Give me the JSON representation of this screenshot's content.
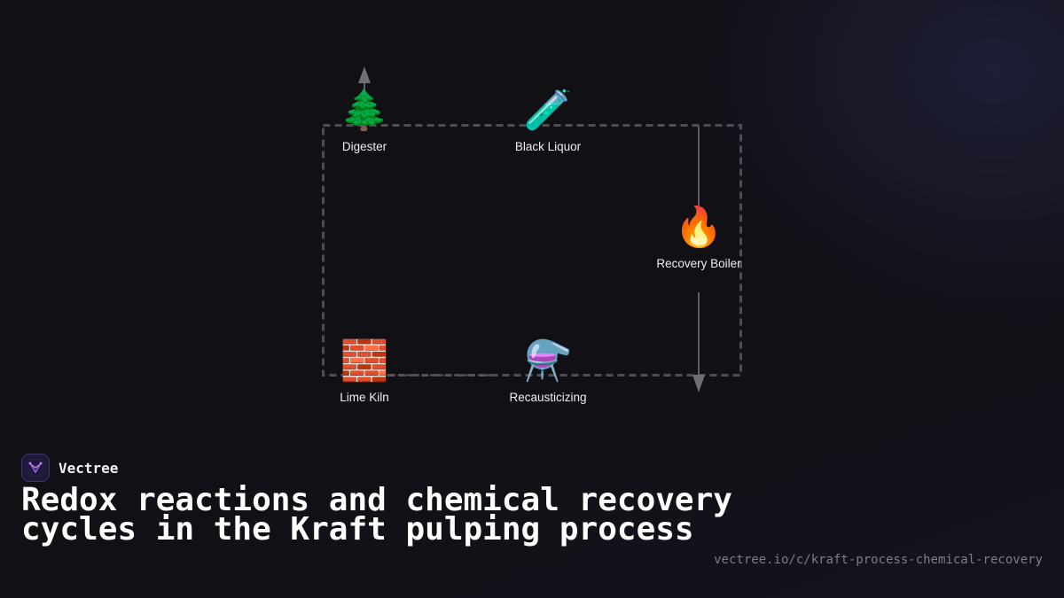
{
  "brand": {
    "name": "Vectree"
  },
  "title": "Redox reactions and chemical recovery cycles in the Kraft pulping process",
  "url": "vectree.io/c/kraft-process-chemical-recovery",
  "diagram": {
    "nodes": [
      {
        "id": "digester",
        "label": "Digester",
        "icon": "🌲",
        "icon_name": "evergreen-tree-icon"
      },
      {
        "id": "black-liquor",
        "label": "Black Liquor",
        "icon": "🧪",
        "icon_name": "test-tube-icon"
      },
      {
        "id": "recovery-boiler",
        "label": "Recovery Boiler",
        "icon": "🔥",
        "icon_name": "fire-icon"
      },
      {
        "id": "lime-kiln",
        "label": "Lime Kiln",
        "icon": "🧱",
        "icon_name": "brick-icon"
      },
      {
        "id": "recausticizing",
        "label": "Recausticizing",
        "icon": "⚗️",
        "icon_name": "alembic-icon"
      }
    ],
    "colors": {
      "background": "#111015",
      "connector": "#5a5a60",
      "arrow": "#6e6e74",
      "label": "#eeeef2"
    }
  }
}
